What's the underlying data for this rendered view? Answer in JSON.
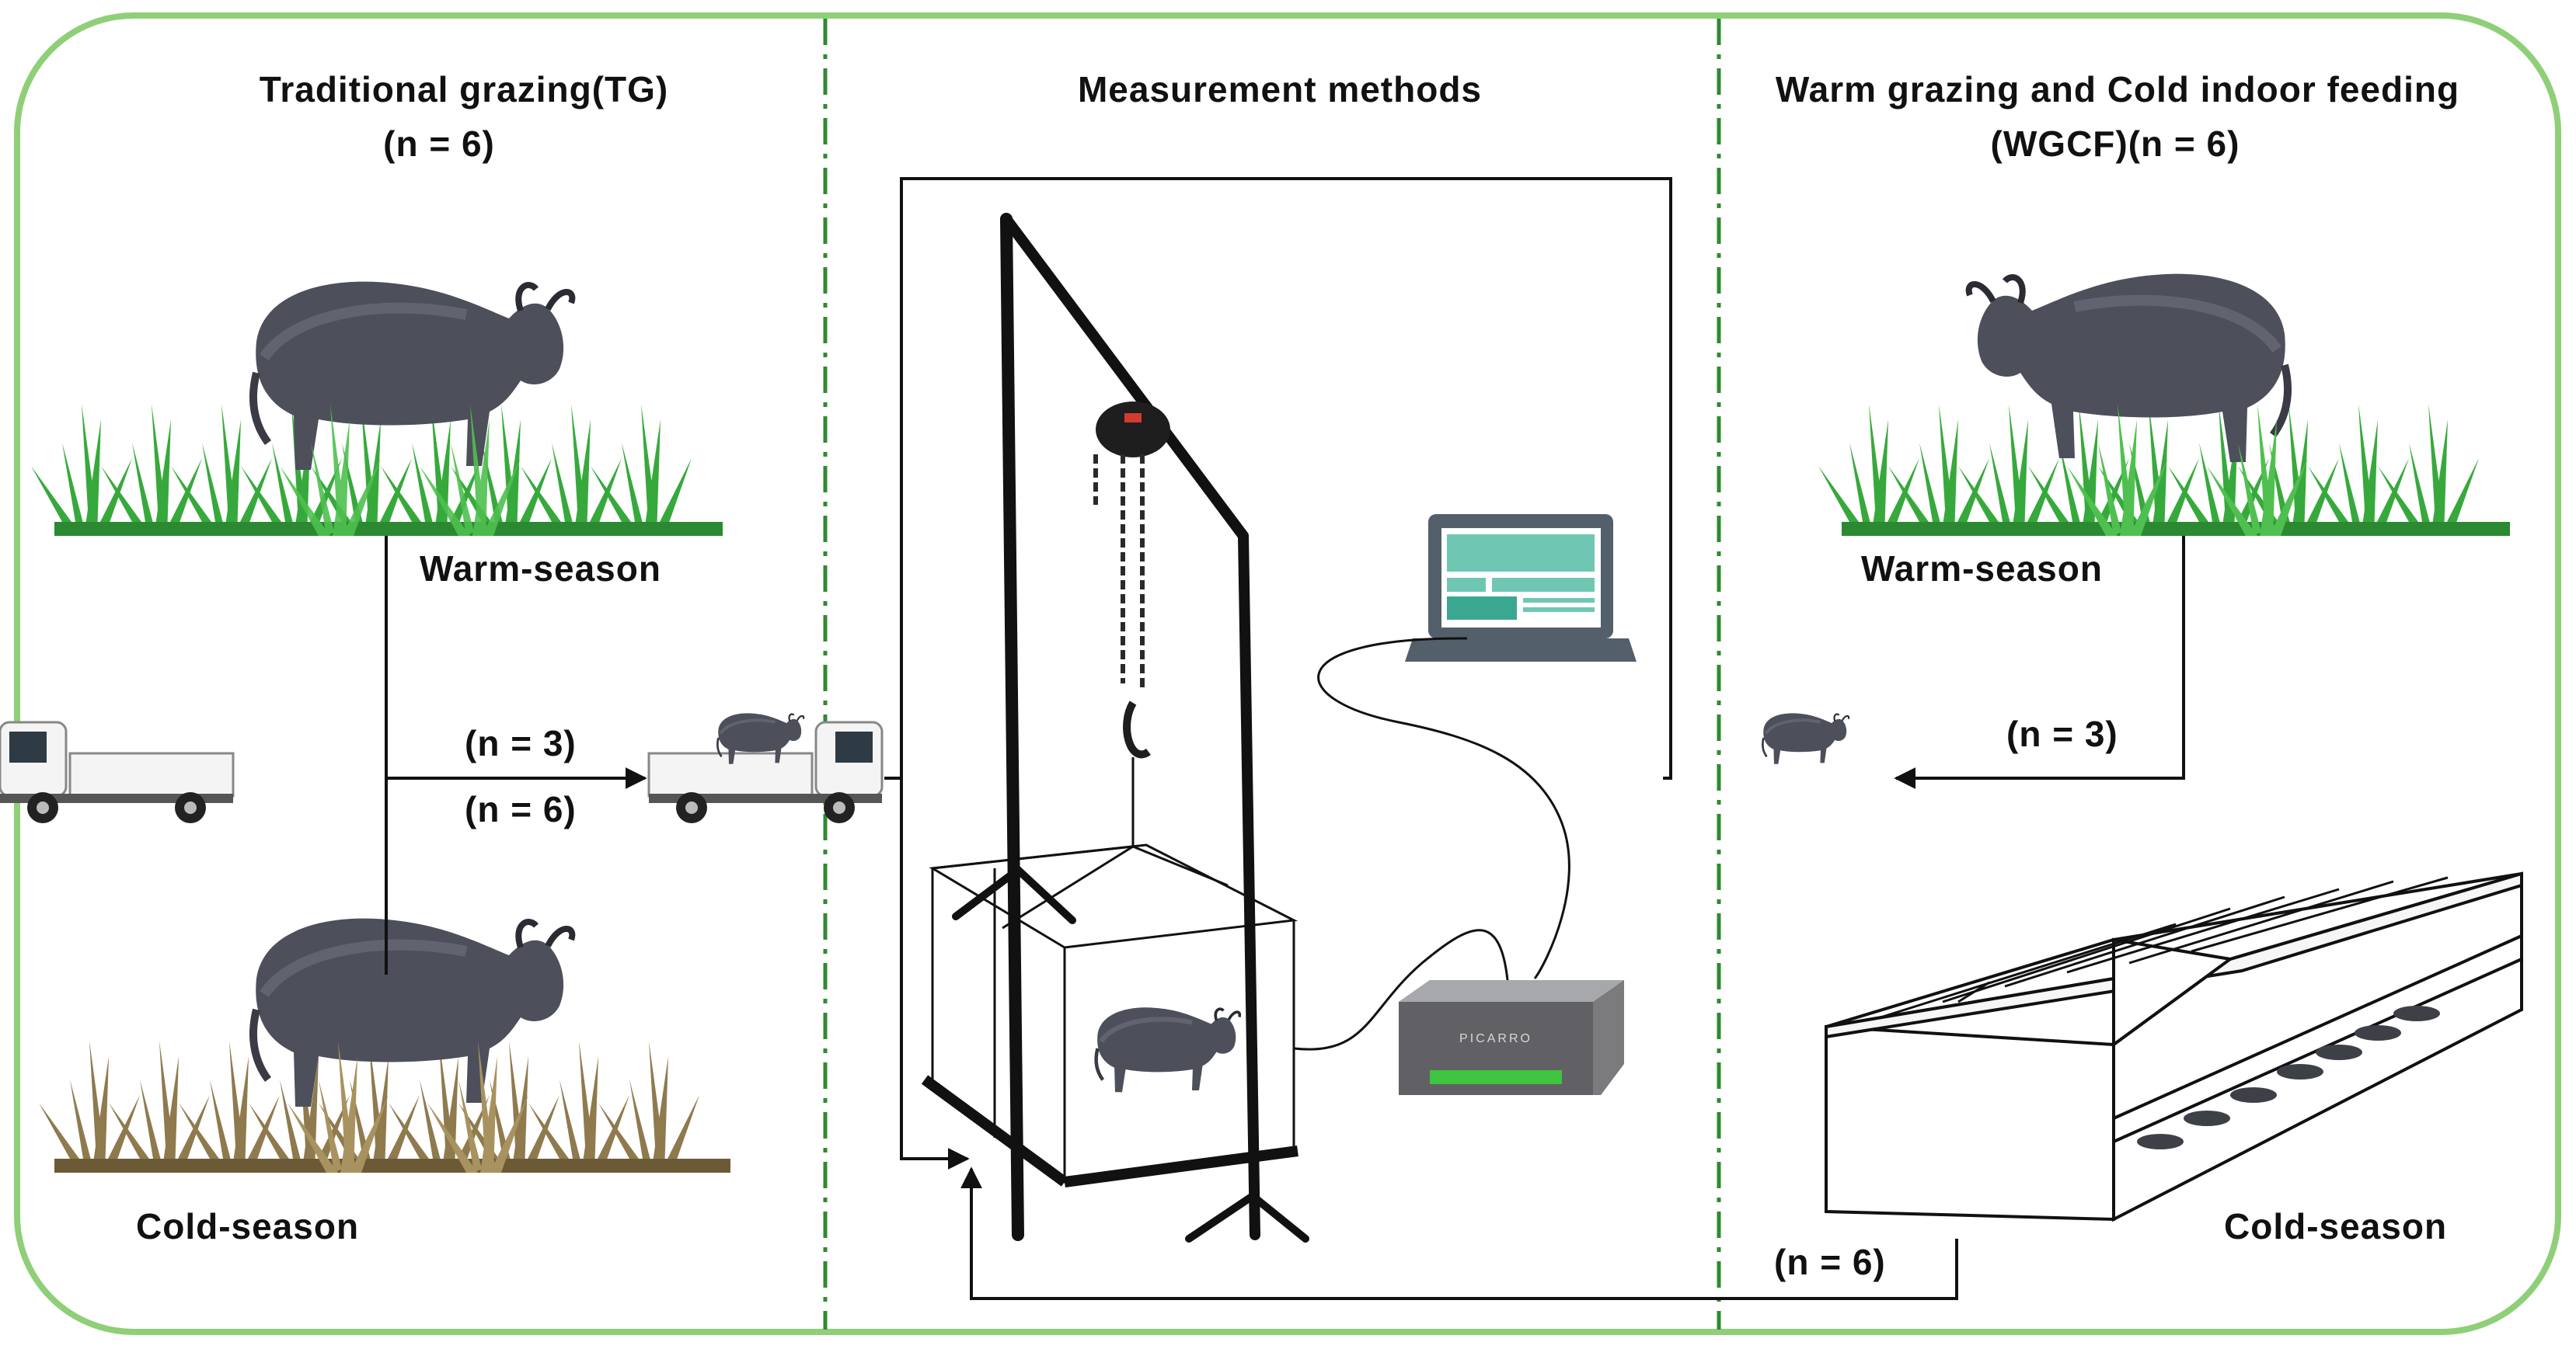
{
  "panels": {
    "tg": {
      "title_line1": "Traditional  grazing(TG)",
      "title_line2": "(n = 6)",
      "warm_label": "Warm-season",
      "cold_label": "Cold-season",
      "n_up": "(n = 3)",
      "n_down": "(n = 6)"
    },
    "methods": {
      "title": "Measurement  methods",
      "analyzer_brand": "PICARRO"
    },
    "wgcf": {
      "title_line1": "Warm grazing and Cold indoor feeding",
      "title_line2": "(WGCF)(n = 6)",
      "warm_label": "Warm-season",
      "cold_label": "Cold-season",
      "n_warm": "(n = 3)",
      "n_cold": "(n = 6)"
    }
  },
  "colors": {
    "frame": "#8fcf78",
    "divider": "#2f8a2f",
    "line": "#111111",
    "grass_green": "#37a93c",
    "grass_dry": "#8f7a4e",
    "yak": "#4d4f5a",
    "screen": "#6fc7b3",
    "laptop": "#53606b",
    "analyzer": "#7b7b7e",
    "analyzer_strip": "#3ec43e"
  }
}
